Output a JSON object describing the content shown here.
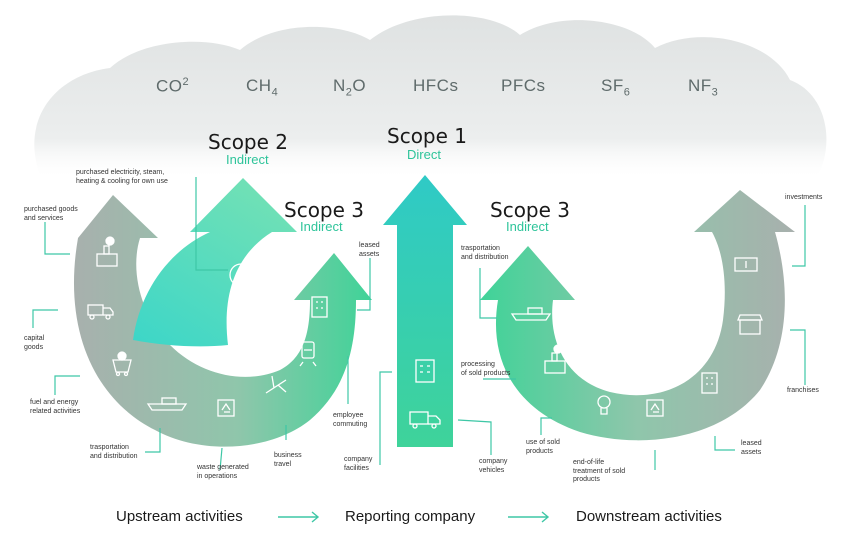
{
  "gases": [
    {
      "base": "CO",
      "sup": "2",
      "sub": ""
    },
    {
      "base": "CH",
      "sup": "",
      "sub": "4"
    },
    {
      "base": "N",
      "sup": "",
      "sub": "2",
      "tail": "O"
    },
    {
      "base": "HFCs",
      "sup": "",
      "sub": ""
    },
    {
      "base": "PFCs",
      "sup": "",
      "sub": ""
    },
    {
      "base": "SF",
      "sup": "",
      "sub": "6"
    },
    {
      "base": "NF",
      "sup": "",
      "sub": "3"
    }
  ],
  "scopes": {
    "scope2": {
      "title": "Scope 2",
      "subtitle": "Indirect"
    },
    "scope1": {
      "title": "Scope 1",
      "subtitle": "Direct"
    },
    "scope3_up": {
      "title": "Scope 3",
      "subtitle": "Indirect"
    },
    "scope3_down": {
      "title": "Scope 3",
      "subtitle": "Indirect"
    }
  },
  "labels": {
    "purchased_electricity": [
      "purchased electricity, steam,",
      "heating & cooling for own use"
    ],
    "purchased_goods": [
      "purchased goods",
      "and services"
    ],
    "capital_goods": [
      "capital",
      "goods"
    ],
    "fuel_energy": [
      "fuel and energy",
      "related activities"
    ],
    "transport_up": [
      "trasportation",
      "and distribution"
    ],
    "waste": [
      "waste generated",
      "in operations"
    ],
    "business_travel": [
      "business",
      "travel"
    ],
    "employee_commuting": [
      "employee",
      "commuting"
    ],
    "leased_assets_up": [
      "leased",
      "assets"
    ],
    "company_facilities": [
      "company",
      "facilities"
    ],
    "company_vehicles": [
      "company",
      "vehicles"
    ],
    "transport_down": [
      "trasportation",
      "and distribution"
    ],
    "processing": [
      "processing",
      "of sold products"
    ],
    "use_sold": [
      "use of sold",
      "products"
    ],
    "end_of_life": [
      "end-of-life",
      "treatment of sold",
      "products"
    ],
    "investments": [
      "investments"
    ],
    "franchises": [
      "franchises"
    ],
    "leased_assets_down": [
      "leased",
      "assets"
    ]
  },
  "footer": {
    "upstream": "Upstream activities",
    "reporting": "Reporting company",
    "downstream": "Downstream activities"
  },
  "colors": {
    "teal": "#2fc7c0",
    "green": "#3dd39a",
    "gray": "#a9b0ae",
    "accent": "#2ec49a",
    "cloud": "#e4e6e6"
  },
  "icons": [
    "lightning-icon",
    "factory-icon",
    "truck-icon",
    "coal-cart-icon",
    "ship-icon",
    "recycle-icon",
    "airplane-icon",
    "train-icon",
    "building-icon",
    "money-icon",
    "shop-icon",
    "lightbulb-icon"
  ]
}
